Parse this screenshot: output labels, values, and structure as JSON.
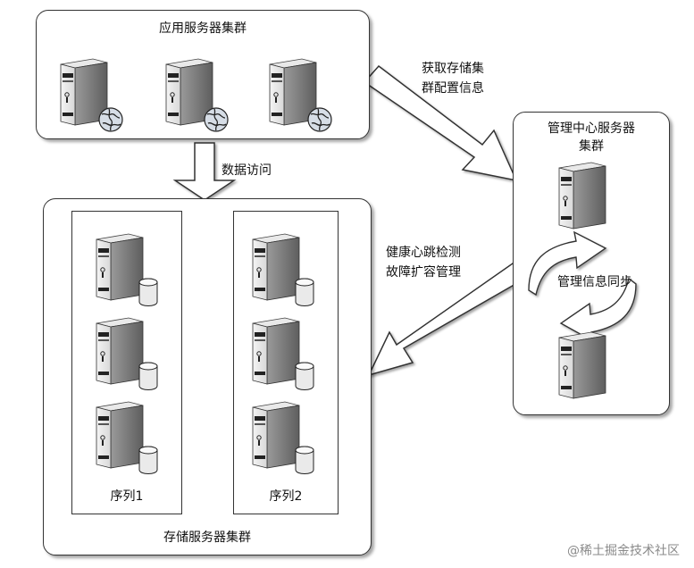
{
  "app_cluster": {
    "title": "应用服务器集群"
  },
  "storage_cluster": {
    "title": "存储服务器集群",
    "sequences": [
      {
        "label": "序列1"
      },
      {
        "label": "序列2"
      }
    ]
  },
  "manager_cluster": {
    "title_line1": "管理中心服务器",
    "title_line2": "集群",
    "sync_label": "管理信息同步"
  },
  "arrows": {
    "fetch_config_line1": "获取存储集",
    "fetch_config_line2": "群配置信息",
    "data_access": "数据访问",
    "heartbeat_line1": "健康心跳检测",
    "heartbeat_line2": "故障扩容管理"
  },
  "watermark": "@稀土掘金技术社区",
  "icons": {
    "server": "server-tower-icon",
    "globe": "globe-network-icon",
    "database": "database-cylinder-icon",
    "curved_sync": "curved-sync-arrow-icon"
  }
}
